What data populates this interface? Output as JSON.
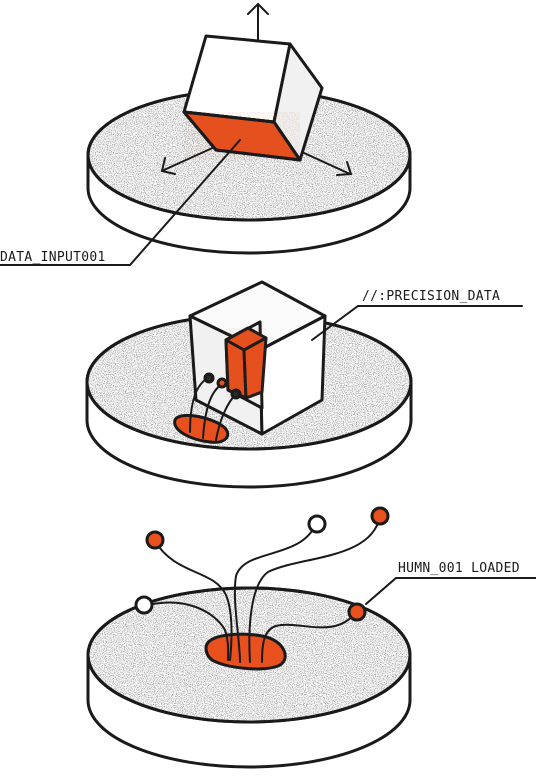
{
  "labels": {
    "data_input": "DATA_INPUT001",
    "precision_data": "//:PRECISION_DATA",
    "humn_loaded": "HUMN_001 LOADED"
  },
  "colors": {
    "accent": "#e8501e",
    "ink": "#1a1a1a",
    "paper": "#ffffff",
    "cube_side": "#f1f1f1",
    "cube_top": "#fafafa"
  }
}
